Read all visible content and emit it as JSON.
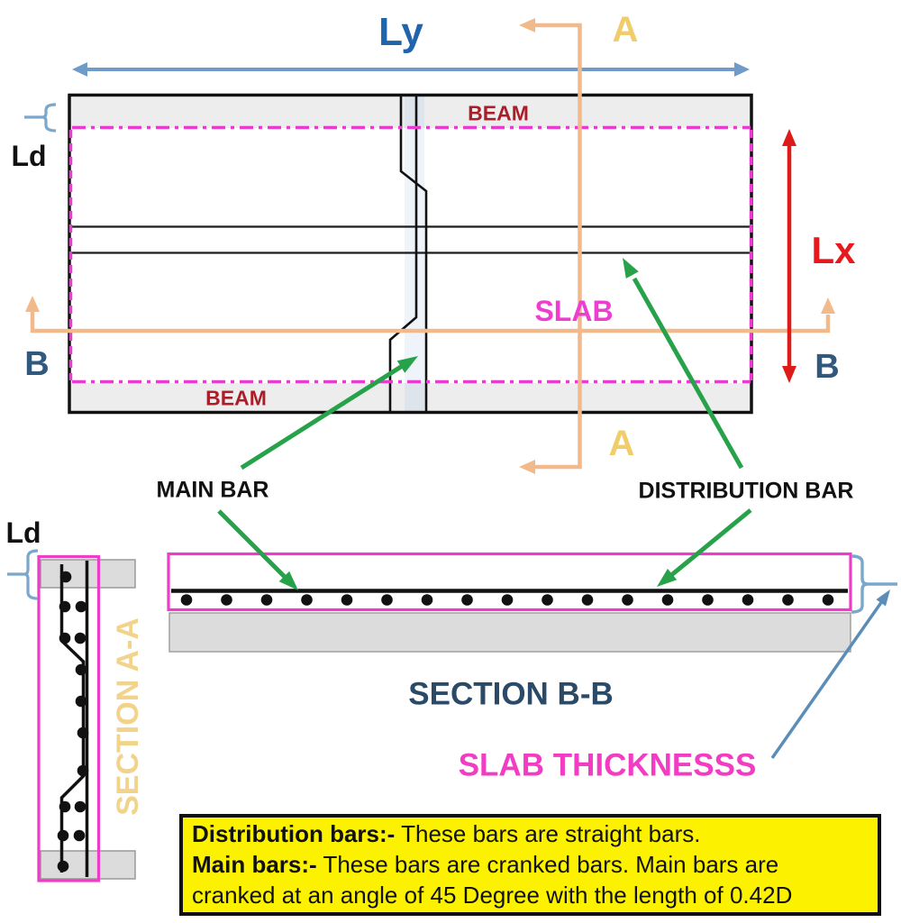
{
  "diagram": {
    "plan": {
      "ly": "Ly",
      "lx": "Lx",
      "marker_a": "A",
      "marker_b": "B",
      "ld": "Ld",
      "beam": "BEAM",
      "slab": "SLAB"
    },
    "callouts": {
      "main_bar": "MAIN BAR",
      "distribution_bar": "DISTRIBUTION BAR"
    },
    "sections": {
      "aa_title": "SECTION A-A",
      "bb_title": "SECTION B-B",
      "ld": "Ld",
      "thickness": "SLAB THICKNESSS"
    },
    "note": {
      "line1_term": "Distribution bars:-",
      "line1_text": " These bars are straight bars.",
      "line2_term": "Main bars:-",
      "line2_text": " These bars are cranked bars. Main bars are",
      "line3_text": "cranked at an angle of 45 Degree with the length of 0.42D"
    },
    "colors": {
      "ly_blue": "#1f64ad",
      "ly_arrow_blue": "#6f9bc8",
      "lx_red": "#e8191c",
      "marker_gold": "#f0cd6a",
      "marker_steel_blue": "#33587d",
      "beam_dark_red": "#aa1e2a",
      "slab_magenta": "#ee3ed0",
      "centerline_magenta": "#e83bd0",
      "section_box_magenta": "#ed3cc8",
      "green_arrow": "#27a24a",
      "orange_section_line": "#f2ba8a",
      "note_yellow": "#fcf200",
      "section_aa_gold": "#f2d38b",
      "section_bb_blue": "#2b4a68",
      "brace_blue": "#7ba7cc",
      "thickness_arrow_blue": "#5b8db8",
      "concrete_gray": "#dcdcdc"
    }
  }
}
